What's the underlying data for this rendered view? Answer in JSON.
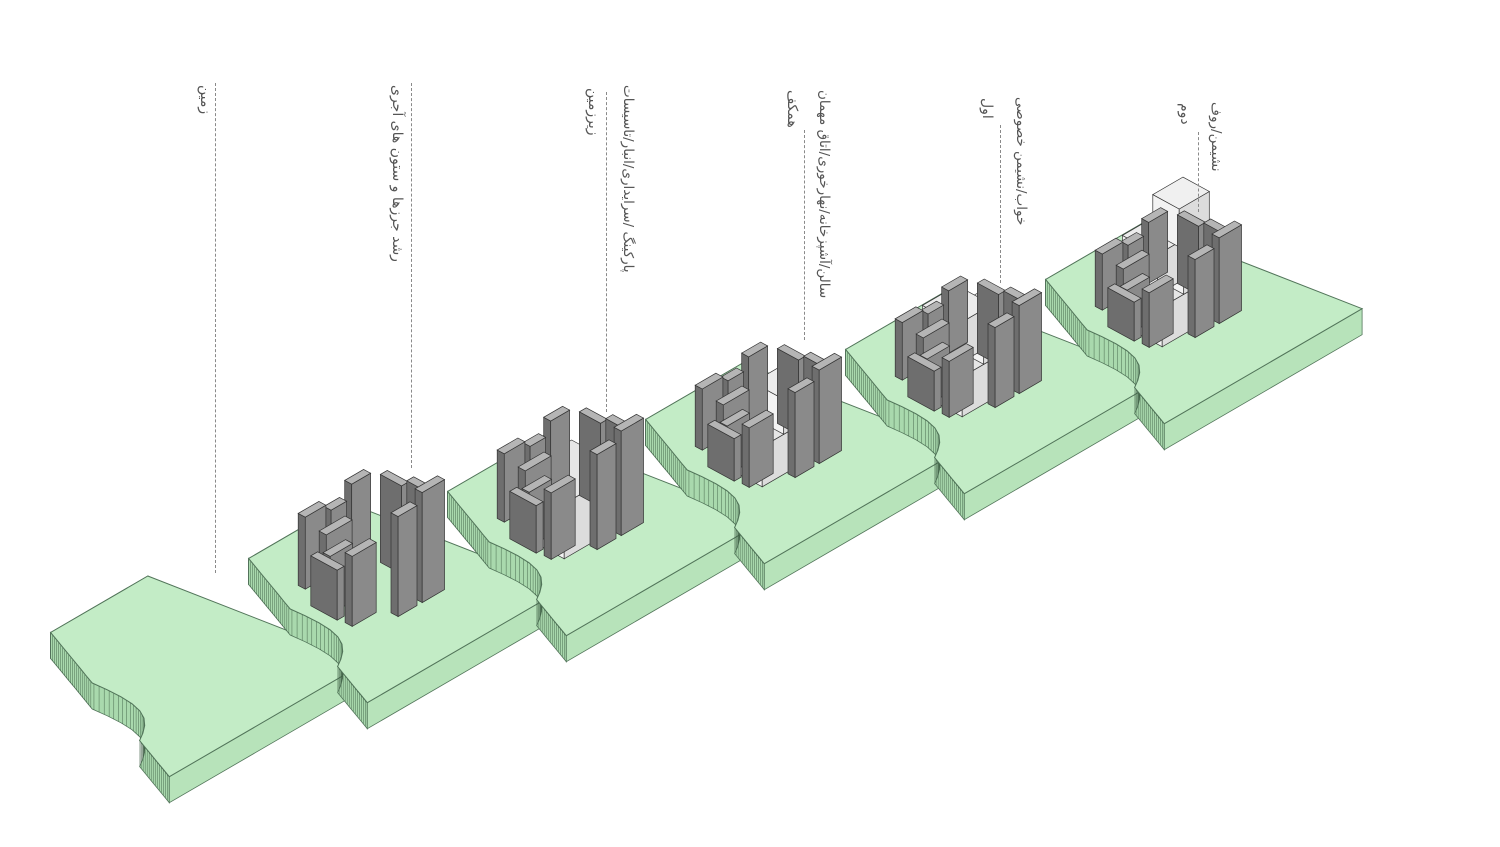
{
  "stages": [
    {
      "id": "site",
      "title": "زمین",
      "subtitle": ""
    },
    {
      "id": "walls",
      "title": "رشد جرزها و ستون های آجری",
      "subtitle": ""
    },
    {
      "id": "basement",
      "title": "زیرزمین",
      "subtitle": "پارکینگ /سرایداری/انبار/تاسیسات"
    },
    {
      "id": "ground",
      "title": "همکف",
      "subtitle": "سالن/آشپزخانه/نهارخوری/اتاق مهمان"
    },
    {
      "id": "first",
      "title": "اول",
      "subtitle": "خواب/نشیمن خصوصی"
    },
    {
      "id": "second",
      "title": "دوم",
      "subtitle": "نشیمن/روف"
    }
  ],
  "colors": {
    "site_green": "#c3ecc6",
    "site_edge": "#52755a",
    "pier_dark": "#7d7d7d",
    "pier_top": "#a9a9a9",
    "volume_light": "#f3f3f3",
    "volume_shade": "#dcdcdc",
    "leader_line": "#8a8a8a",
    "label_text": "#555555"
  }
}
